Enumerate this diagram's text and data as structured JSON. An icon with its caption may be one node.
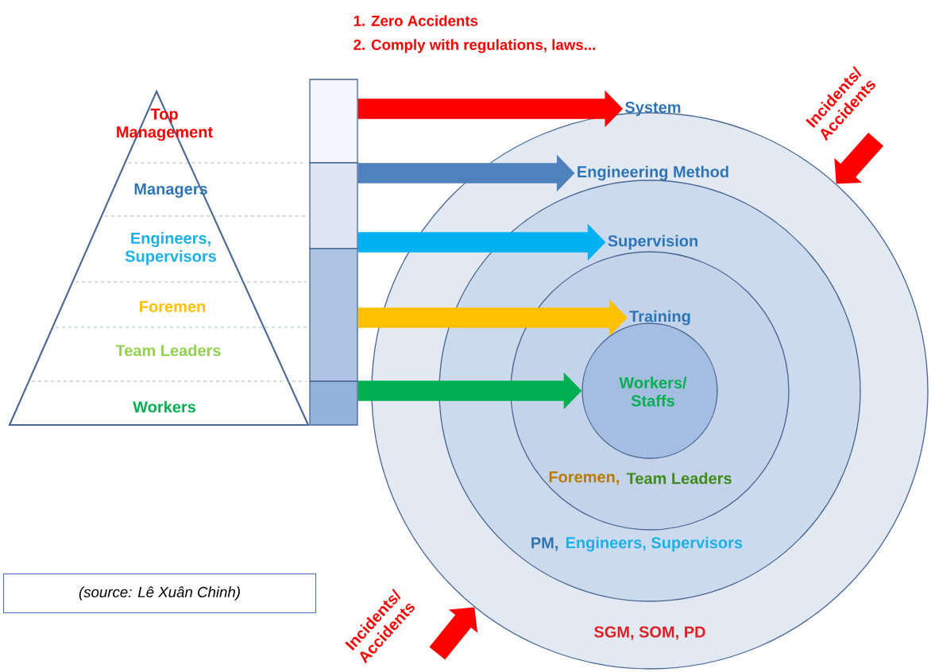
{
  "diagram": {
    "nodes": [
      {
        "text": [],
        "shape": "triangle"
      },
      {
        "text": [
          "Top Management"
        ],
        "in": 0
      },
      {
        "text": [
          "Managers"
        ],
        "in": 0
      },
      {
        "text": [
          "Engineers, Supervisors"
        ],
        "in": 0
      },
      {
        "text": [
          "Foremen"
        ],
        "in": 0
      },
      {
        "text": [
          "Team Leaders"
        ],
        "in": 0
      },
      {
        "text": [
          "Workers"
        ],
        "in": 0
      },
      {
        "text": [],
        "shape": "bar"
      },
      {
        "text": [],
        "shape": "bar"
      },
      {
        "text": [],
        "shape": "bar"
      },
      {
        "text": [],
        "shape": "bar"
      },
      {
        "text": [
          "System"
        ]
      },
      {
        "text": [
          "SGM, SOM, PD"
        ]
      },
      {
        "text": [
          "Engineering Method"
        ],
        "in": 12
      },
      {
        "text": [
          "PM,",
          "Engineers, Supervisors"
        ],
        "in": 12
      },
      {
        "text": [
          "Supervision"
        ],
        "in": 14
      },
      {
        "text": [
          "Foremen,",
          "Team Leaders"
        ],
        "in": 14
      },
      {
        "text": [
          "Training"
        ],
        "in": 16
      },
      {
        "text": [
          "Workers/ Staffs"
        ],
        "in": 16
      },
      {
        "text": [
          "(source: Lê Xuân Chinh)"
        ]
      }
    ],
    "edges": [
      {
        "from": 7,
        "to": 11,
        "arrow": "to",
        "color": "#ff0000"
      },
      {
        "from": 8,
        "to": 13,
        "arrow": "to",
        "color": "#4f81bd"
      },
      {
        "from": 8,
        "to": 15,
        "arrow": "to",
        "color": "#00b0f0"
      },
      {
        "from": 9,
        "to": 17,
        "arrow": "to",
        "color": "#ffc000"
      },
      {
        "from": 10,
        "to": 18,
        "arrow": "to",
        "color": "#00b050"
      },
      {
        "from": null,
        "to": 12,
        "arrow": "to",
        "label": "Incidents/ Accidents",
        "color": "#ff0000"
      },
      {
        "from": null,
        "to": 12,
        "arrow": "to",
        "label": "Incidents/ Accidents",
        "color": "#ff0000"
      }
    ],
    "labels": [
      "1. Zero Accidents",
      "2. Comply with regulations, laws..."
    ]
  }
}
